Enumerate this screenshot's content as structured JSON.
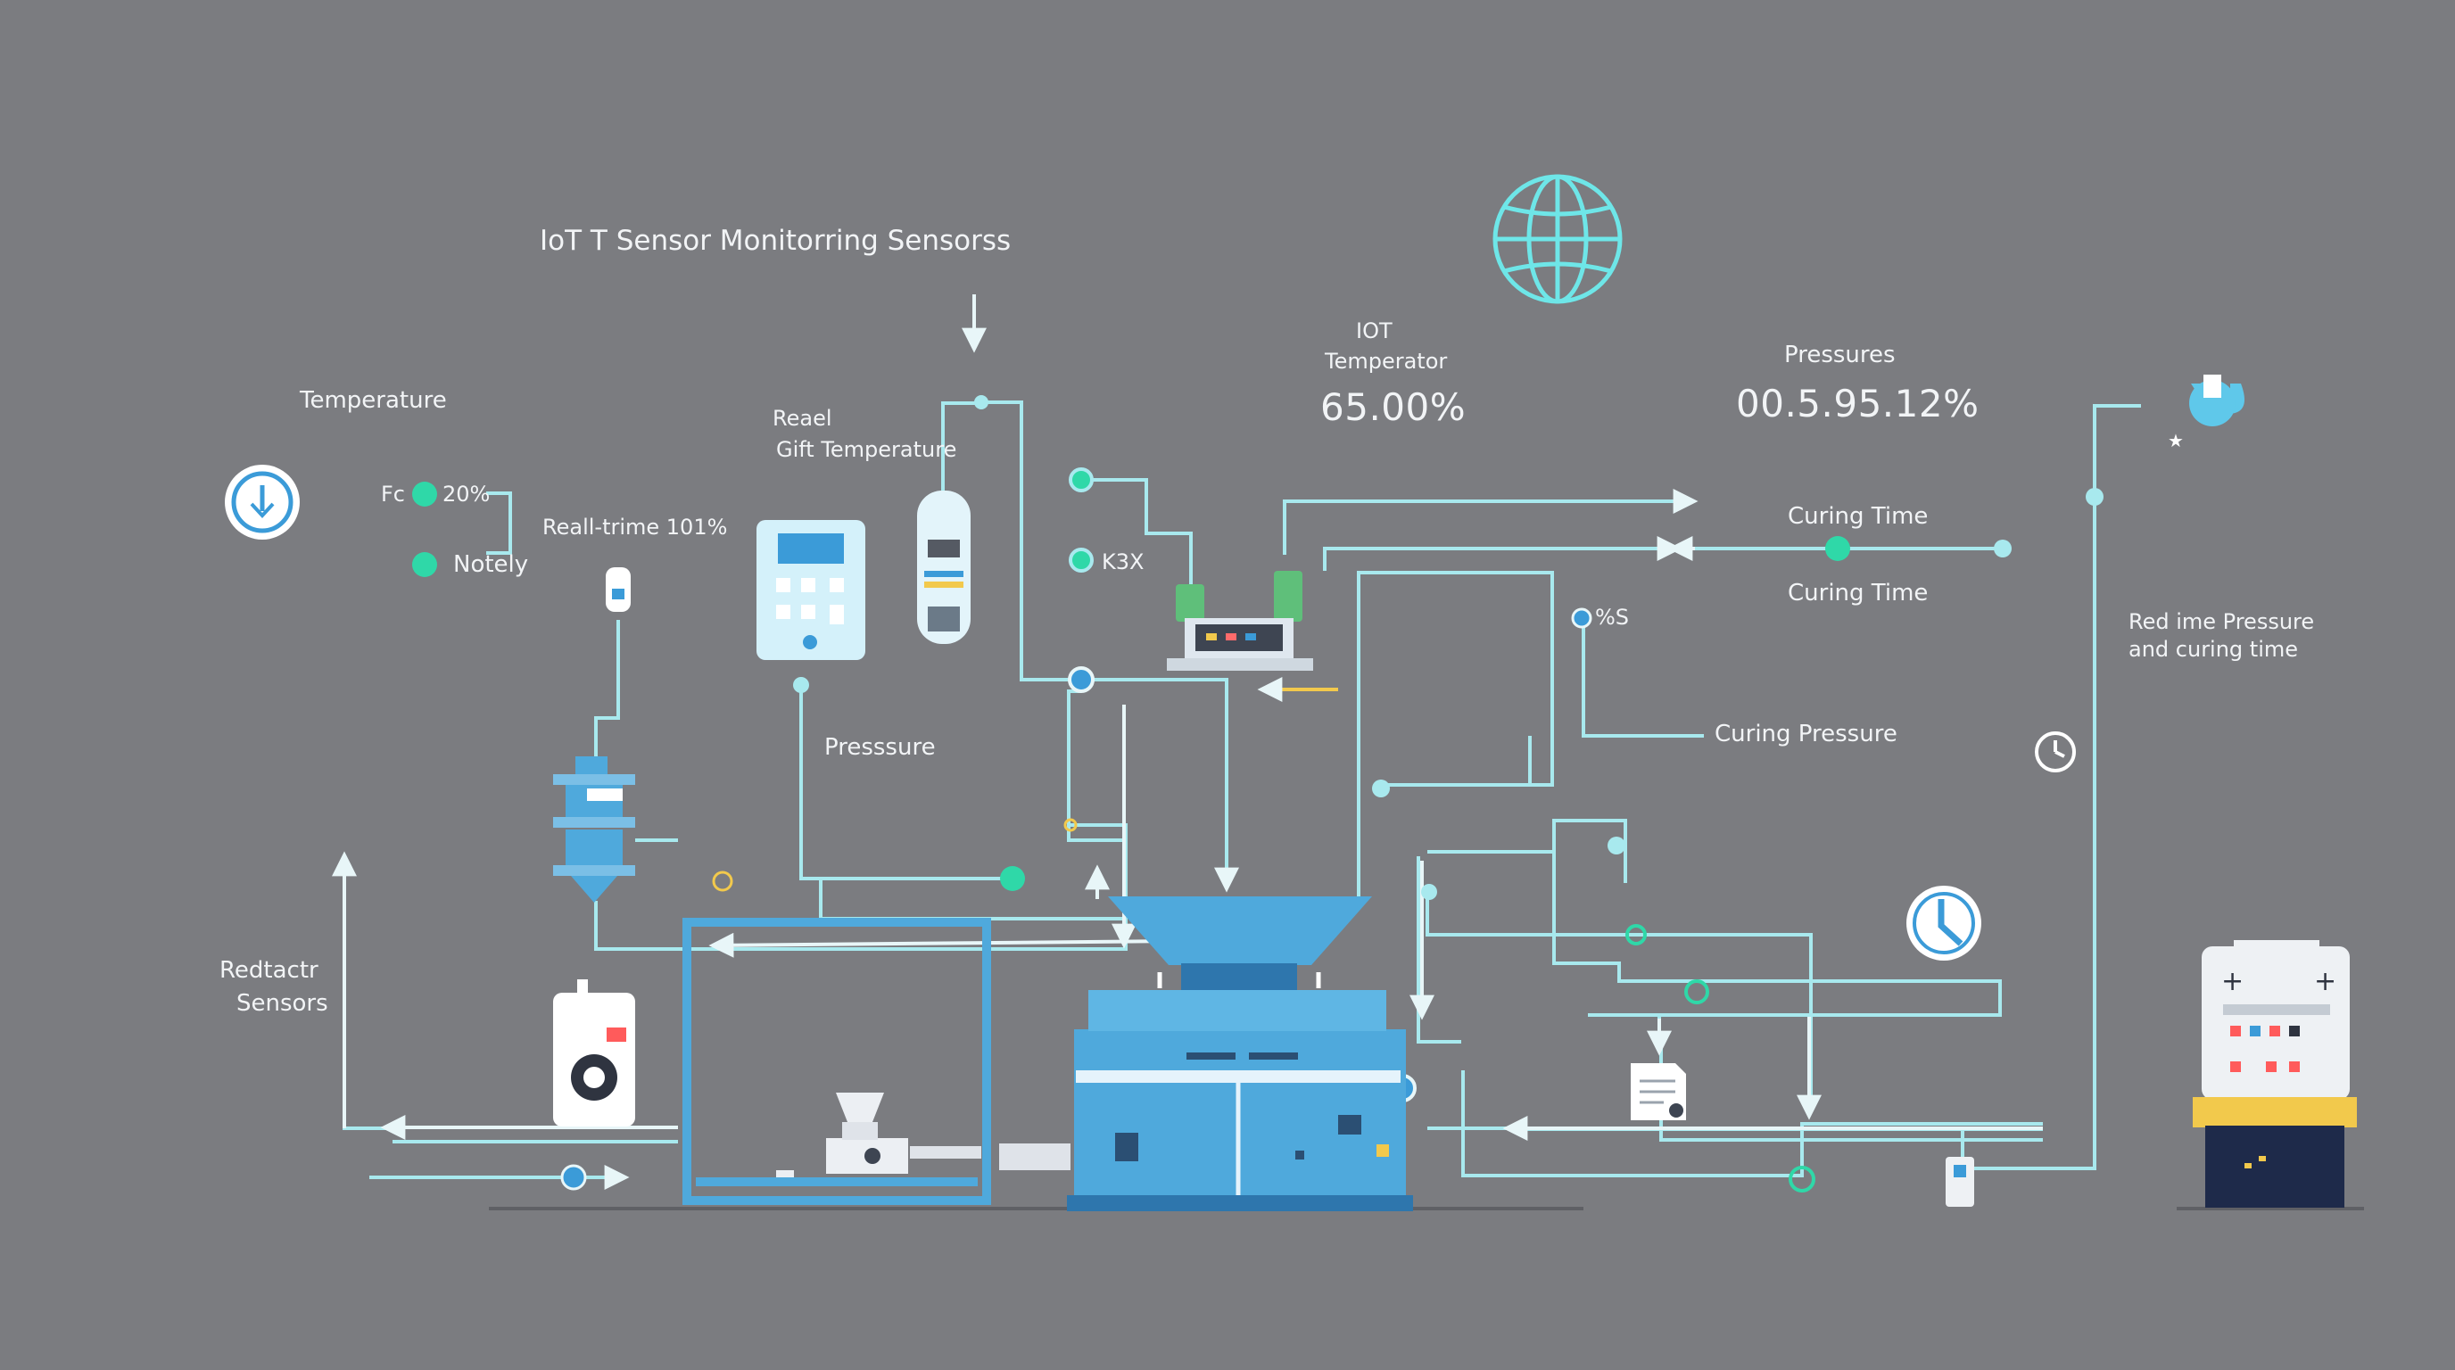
{
  "diagram": {
    "title": "IoT T Sensor Monitorring Sensorss",
    "labels": {
      "temperature": "Temperature",
      "fc": "Fc",
      "fc_value": "20%",
      "notely": "Notely",
      "realtime": "Reall-trime 101%",
      "reael": "Reael",
      "gift_temperature": "Gift Temperature",
      "k3x": "K3X",
      "iot": "IOT",
      "temperator": "Temperator",
      "temperator_value": "65.00%",
      "pressures": "Pressures",
      "pressures_value": "00.5.95.12%",
      "curing_time_1": "Curing Time",
      "curing_time_2": "Curing Time",
      "percent_s": "%S",
      "red_ime_pressure_line1": "Red ime Pressure",
      "red_ime_pressure_line2": "and curing time",
      "curing_pressure": "Curing Pressure",
      "pressure": "Presssure",
      "redtactr_line1": "Redtactr",
      "redtactr_line2": "Sensors"
    }
  },
  "colors": {
    "background": "#7b7c80",
    "wire": "#a8e9ee",
    "accent_green": "#2fd8a8",
    "machine_blue": "#4fa9dc",
    "text": "#f2f4f6"
  },
  "icons": [
    "globe-icon",
    "thermometer-dial-icon",
    "magnet-icon",
    "clock-icon",
    "stopwatch-icon",
    "sensor-probe-icon",
    "control-panel-icon",
    "tank-sensor-icon",
    "router-icon",
    "curing-machine-icon",
    "hopper-icon",
    "valve-icon",
    "camera-sensor-icon",
    "document-icon",
    "control-cabinet-icon"
  ]
}
